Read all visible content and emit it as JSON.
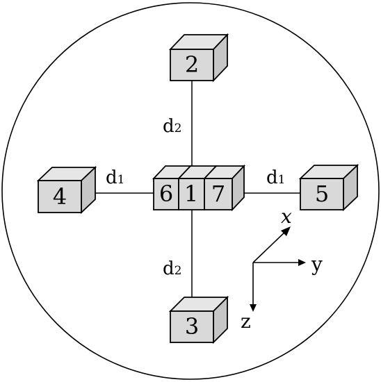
{
  "boxes": [
    {
      "id": "2",
      "label": "2"
    },
    {
      "id": "4",
      "label": "4"
    },
    {
      "id": "6",
      "label": "6"
    },
    {
      "id": "1",
      "label": "1"
    },
    {
      "id": "7",
      "label": "7"
    },
    {
      "id": "5",
      "label": "5"
    },
    {
      "id": "3",
      "label": "3"
    }
  ],
  "distances": {
    "d1_left": {
      "main": "d",
      "sub": "1"
    },
    "d1_right": {
      "main": "d",
      "sub": "1"
    },
    "d2_top": {
      "main": "d",
      "sub": "2"
    },
    "d2_bottom": {
      "main": "d",
      "sub": "2"
    }
  },
  "axes": {
    "x": "x",
    "y": "y",
    "z": "z"
  },
  "colors": {
    "box_front": "#d9d9d9",
    "box_top": "#e6e6e6",
    "box_side": "#c6c6c6",
    "stroke": "#000000",
    "background": "#ffffff"
  }
}
